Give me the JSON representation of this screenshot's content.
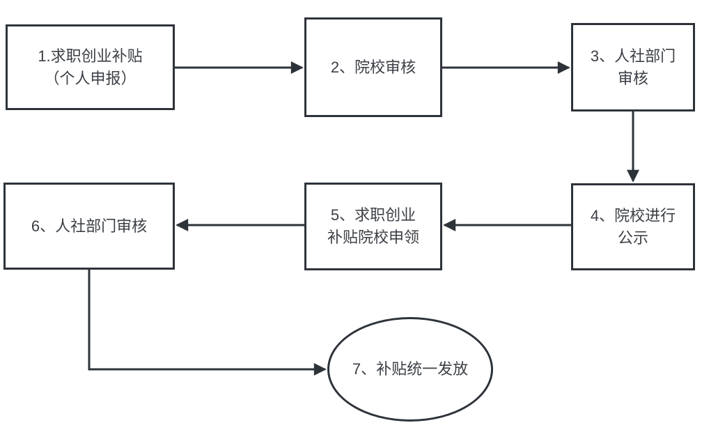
{
  "diagram": {
    "type": "flowchart",
    "stroke_color": "#2e333a",
    "text_color": "#3b3f45",
    "background_color": "#ffffff",
    "nodes": [
      {
        "id": 1,
        "shape": "rectangle",
        "lines": [
          "1.求职创业补贴",
          "（个人申报）"
        ]
      },
      {
        "id": 2,
        "shape": "rectangle",
        "lines": [
          "2、院校审核"
        ]
      },
      {
        "id": 3,
        "shape": "rectangle",
        "lines": [
          "3、人社部门",
          "审核"
        ]
      },
      {
        "id": 4,
        "shape": "rectangle",
        "lines": [
          "4、院校进行",
          "公示"
        ]
      },
      {
        "id": 5,
        "shape": "rectangle",
        "lines": [
          "5、求职创业",
          "补贴院校申领"
        ]
      },
      {
        "id": 6,
        "shape": "rectangle",
        "lines": [
          "6、人社部门审核"
        ]
      },
      {
        "id": 7,
        "shape": "ellipse",
        "lines": [
          "7、补贴统一发放"
        ]
      }
    ],
    "edges": [
      {
        "from": 1,
        "to": 2,
        "direction": "right"
      },
      {
        "from": 2,
        "to": 3,
        "direction": "right"
      },
      {
        "from": 3,
        "to": 4,
        "direction": "down"
      },
      {
        "from": 4,
        "to": 5,
        "direction": "left"
      },
      {
        "from": 5,
        "to": 6,
        "direction": "left"
      },
      {
        "from": 6,
        "to": 7,
        "direction": "down-then-right"
      }
    ]
  }
}
